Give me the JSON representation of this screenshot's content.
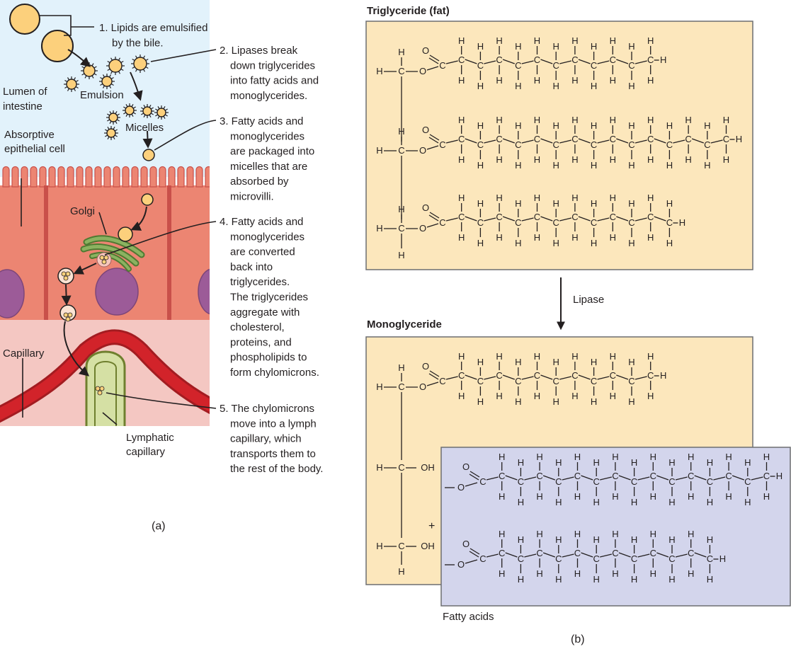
{
  "panel_a": {
    "steps": [
      {
        "lines": [
          "1. Lipids are emulsified",
          "by the bile."
        ]
      },
      {
        "lines": [
          "2. Lipases break",
          "down triglycerides",
          "into fatty acids and",
          "monoglycerides."
        ]
      },
      {
        "lines": [
          "3. Fatty acids and",
          "monoglycerides",
          "are packaged into",
          "micelles that are",
          "absorbed by",
          "microvilli."
        ]
      },
      {
        "lines": [
          "4. Fatty acids and",
          "monoglycerides",
          "are converted",
          "back into",
          "triglycerides.",
          "The triglycerides",
          "aggregate with",
          "cholesterol,",
          "proteins, and",
          "phospholipids to",
          "form chylomicrons."
        ]
      },
      {
        "lines": [
          "5. The chylomicrons",
          "move into a lymph",
          "capillary, which",
          "transports them to",
          "the rest of the body."
        ]
      }
    ],
    "labels": {
      "lumen": [
        "Lumen of",
        "intestine"
      ],
      "emulsion": "Emulsion",
      "micelles": "Micelles",
      "absorptive_cell": [
        "Absorptive",
        "epithelial cell"
      ],
      "golgi": "Golgi",
      "capillary": "Capillary",
      "lymphatic": [
        "Lymphatic",
        "capillary"
      ]
    },
    "caption": "(a)",
    "colors": {
      "lumen": "#e2f2fb",
      "cell": "#ec8572",
      "nucleus": "#9c5b98",
      "lipid": "#fcd07c",
      "golgi": "#6f9b4b",
      "blood_vessel": "#d2232a",
      "lymph": "#d5e0a4",
      "tissue": "#f4c7c2"
    }
  },
  "panel_b": {
    "triglyceride_title": "Triglyceride (fat)",
    "monoglyceride_title": "Monoglyceride",
    "arrow_label": "Lipase",
    "fatty_acids_label": "Fatty acids",
    "plus_sign": "+",
    "caption": "(b)",
    "atoms": {
      "carbon": "C",
      "hydrogen": "H",
      "oxygen": "O",
      "hydroxyl": "OH"
    },
    "colors": {
      "glycerol_box": "#fce7bc",
      "fatty_acid_box": "#d3d5ec"
    }
  }
}
